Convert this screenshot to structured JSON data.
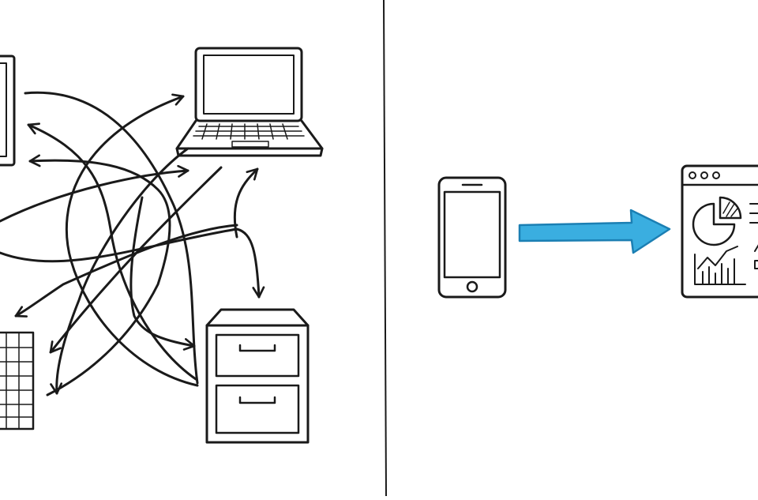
{
  "diagram": {
    "left_panel": {
      "devices": [
        {
          "id": "monitor",
          "icon": "monitor-icon"
        },
        {
          "id": "laptop",
          "icon": "laptop-icon"
        },
        {
          "id": "spreadsheet",
          "icon": "spreadsheet-icon"
        },
        {
          "id": "filing-cabinet",
          "icon": "filing-cabinet-icon"
        }
      ],
      "connections": "tangled-bidirectional-arrows"
    },
    "right_panel": {
      "source": {
        "id": "smartphone",
        "icon": "smartphone-icon"
      },
      "target": {
        "id": "dashboard",
        "icon": "dashboard-icon"
      },
      "arrow": {
        "direction": "right",
        "icon": "arrow-right-icon"
      }
    },
    "colors": {
      "ink": "#1a1a1a",
      "arrow_fill": "#3aaee0",
      "arrow_outline": "#1b7fb3",
      "background": "#ffffff"
    }
  }
}
